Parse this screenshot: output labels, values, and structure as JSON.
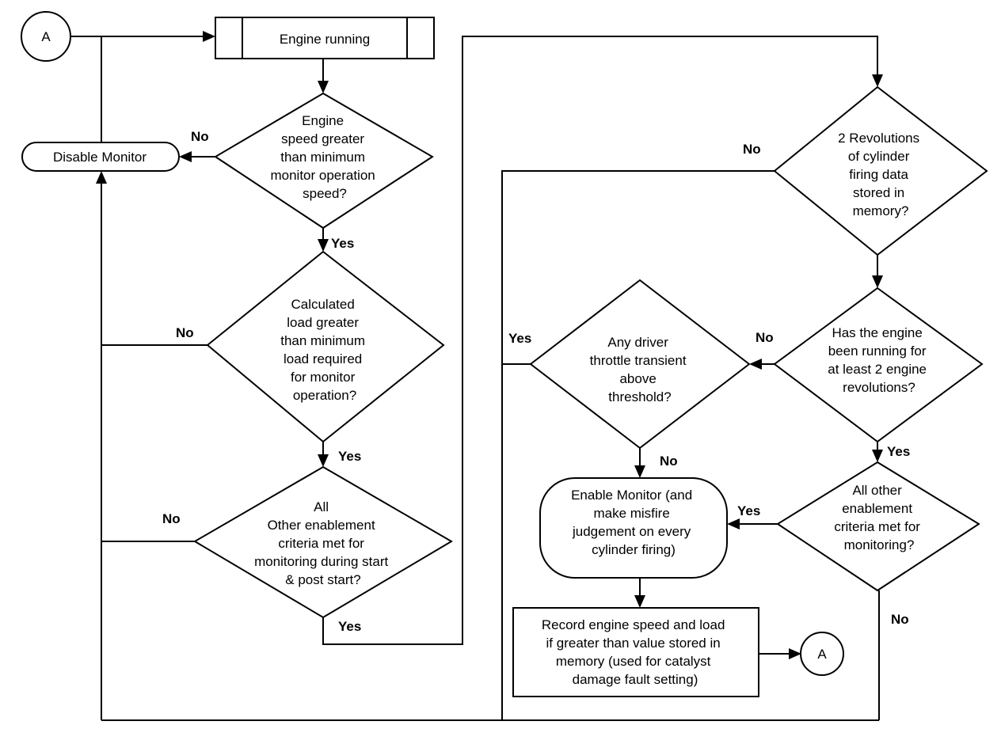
{
  "connector_start": "A",
  "connector_end": "A",
  "nodes": {
    "engine_running": "Engine running",
    "disable_monitor": "Disable Monitor",
    "d_speed": [
      "Engine",
      "speed greater",
      "than minimum",
      "monitor operation",
      "speed?"
    ],
    "d_load": [
      "Calculated",
      "load greater",
      "than minimum",
      "load required",
      "for monitor",
      "operation?"
    ],
    "d_other_start": [
      "All",
      "Other enablement",
      "criteria met for",
      "monitoring during start",
      "& post start?"
    ],
    "d_revolutions": [
      "2 Revolutions",
      "of cylinder",
      "firing data",
      "stored in",
      "memory?"
    ],
    "d_running": [
      "Has the engine",
      "been running for",
      "at least 2 engine",
      "revolutions?"
    ],
    "d_throttle": [
      "Any driver",
      "throttle transient",
      "above",
      "threshold?"
    ],
    "d_other_monitoring": [
      "All other",
      "enablement",
      "criteria met for",
      "monitoring?"
    ],
    "enable_monitor": [
      "Enable Monitor (and",
      "make misfire",
      "judgement on every",
      "cylinder firing)"
    ],
    "record": [
      "Record engine speed and load",
      "if greater than value stored in",
      "memory (used for catalyst",
      "damage fault setting)"
    ]
  },
  "labels": {
    "speed_no": "No",
    "speed_yes": "Yes",
    "load_no": "No",
    "load_yes": "Yes",
    "other_start_no": "No",
    "other_start_yes": "Yes",
    "revolutions_no": "No",
    "running_no": "No",
    "running_yes": "Yes",
    "throttle_yes": "Yes",
    "throttle_no": "No",
    "other_monitoring_yes": "Yes",
    "other_monitoring_no": "No"
  }
}
